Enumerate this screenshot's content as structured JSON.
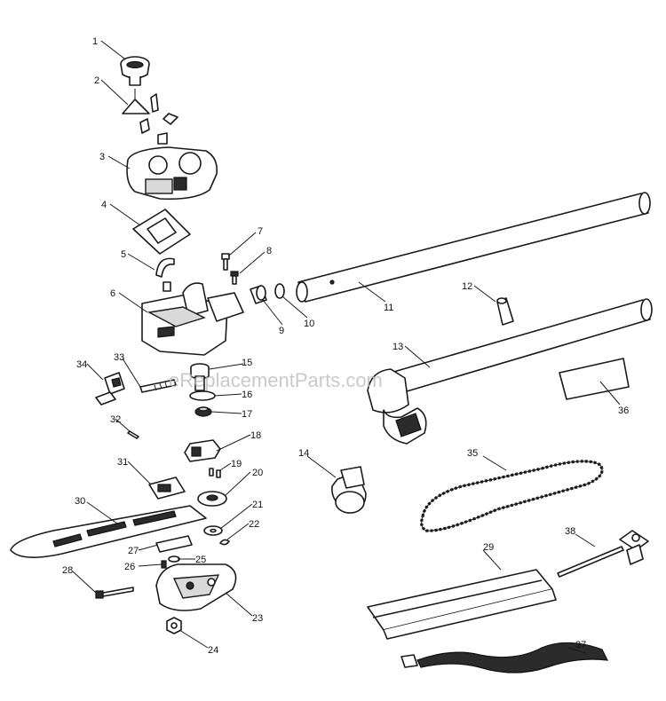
{
  "watermark": "eReplacementParts.com",
  "callouts": [
    "1",
    "2",
    "3",
    "4",
    "5",
    "6",
    "7",
    "8",
    "9",
    "10",
    "11",
    "12",
    "13",
    "14",
    "15",
    "16",
    "17",
    "18",
    "19",
    "20",
    "21",
    "22",
    "23",
    "24",
    "25",
    "26",
    "27",
    "28",
    "29",
    "30",
    "31",
    "32",
    "33",
    "34",
    "35",
    "36",
    "37",
    "38"
  ]
}
